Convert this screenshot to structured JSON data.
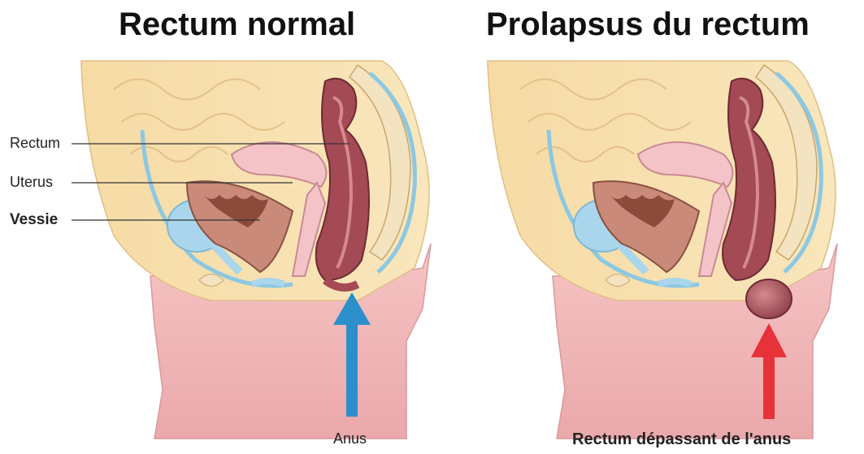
{
  "titles": {
    "left": "Rectum normal",
    "right": "Prolapsus du rectum"
  },
  "labels": {
    "rectum": "Rectum",
    "uterus": "Uterus",
    "vessie": "Vessie",
    "anus": "Anus",
    "prolapse": "Rectum dépassant de l'anus"
  },
  "colors": {
    "skin": "#f7dca4",
    "skin_edge": "#e8c48a",
    "flesh": "#f0b7b7",
    "rectum": "#a44a55",
    "uterus": "#f3c3c8",
    "bladder": "#a9d6ec",
    "arrow_blue": "#2b8fcb",
    "arrow_red": "#e8323a"
  },
  "arrows": {
    "left_icon": "arrow-up-icon",
    "right_icon": "arrow-up-icon"
  }
}
